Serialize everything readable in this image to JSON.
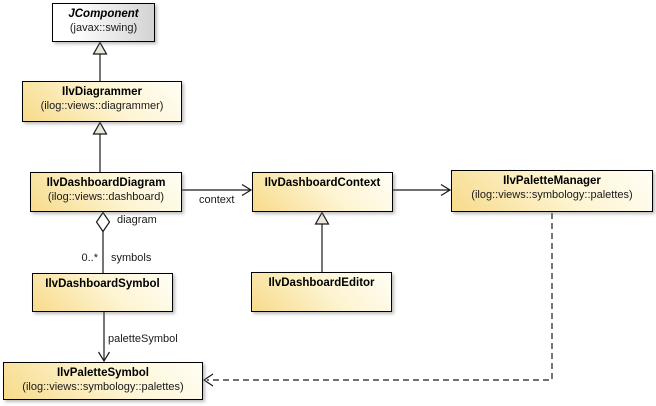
{
  "diagram": {
    "classes": {
      "jcomponent": {
        "name": "JComponent",
        "package": "(javax::swing)",
        "abstract": true
      },
      "diagrammer": {
        "name": "IlvDiagrammer",
        "package": "(ilog::views::diagrammer)"
      },
      "dashboard_diagram": {
        "name": "IlvDashboardDiagram",
        "package": "(ilog::views::dashboard)"
      },
      "dashboard_context": {
        "name": "IlvDashboardContext"
      },
      "palette_manager": {
        "name": "IlvPaletteManager",
        "package": "(ilog::views::symbology::palettes)"
      },
      "dashboard_symbol": {
        "name": "IlvDashboardSymbol"
      },
      "dashboard_editor": {
        "name": "IlvDashboardEditor"
      },
      "palette_symbol": {
        "name": "IlvPaletteSymbol",
        "package": "(ilog::views::symbology::palettes)"
      }
    },
    "edge_labels": {
      "context": "context",
      "diagram": "diagram",
      "multiplicity": "0..*",
      "symbols": "symbols",
      "palette_symbol": "paletteSymbol"
    },
    "relationships": [
      {
        "type": "generalization",
        "from": "IlvDiagrammer",
        "to": "JComponent"
      },
      {
        "type": "generalization",
        "from": "IlvDashboardDiagram",
        "to": "IlvDiagrammer"
      },
      {
        "type": "generalization",
        "from": "IlvDashboardEditor",
        "to": "IlvDashboardContext"
      },
      {
        "type": "association",
        "from": "IlvDashboardDiagram",
        "to": "IlvDashboardContext",
        "label": "context"
      },
      {
        "type": "association",
        "from": "IlvDashboardContext",
        "to": "IlvPaletteManager"
      },
      {
        "type": "aggregation",
        "from": "IlvDashboardDiagram",
        "to": "IlvDashboardSymbol",
        "label_near_diamond": "diagram",
        "multiplicity": "0..*",
        "role": "symbols"
      },
      {
        "type": "association",
        "from": "IlvDashboardSymbol",
        "to": "IlvPaletteSymbol",
        "label": "paletteSymbol"
      },
      {
        "type": "dependency",
        "from": "IlvPaletteManager",
        "to": "IlvPaletteSymbol",
        "style": "dashed"
      }
    ],
    "colors": {
      "class_fill_yellow": "#F7DB8B",
      "class_fill_fade": "#FFFEF5",
      "class_fill_grey": "#D3D3D3",
      "border": "#000000",
      "line": "#1A1A1A",
      "triangle_fill": "#E9E6DC",
      "background": "#FFFFFF"
    }
  }
}
